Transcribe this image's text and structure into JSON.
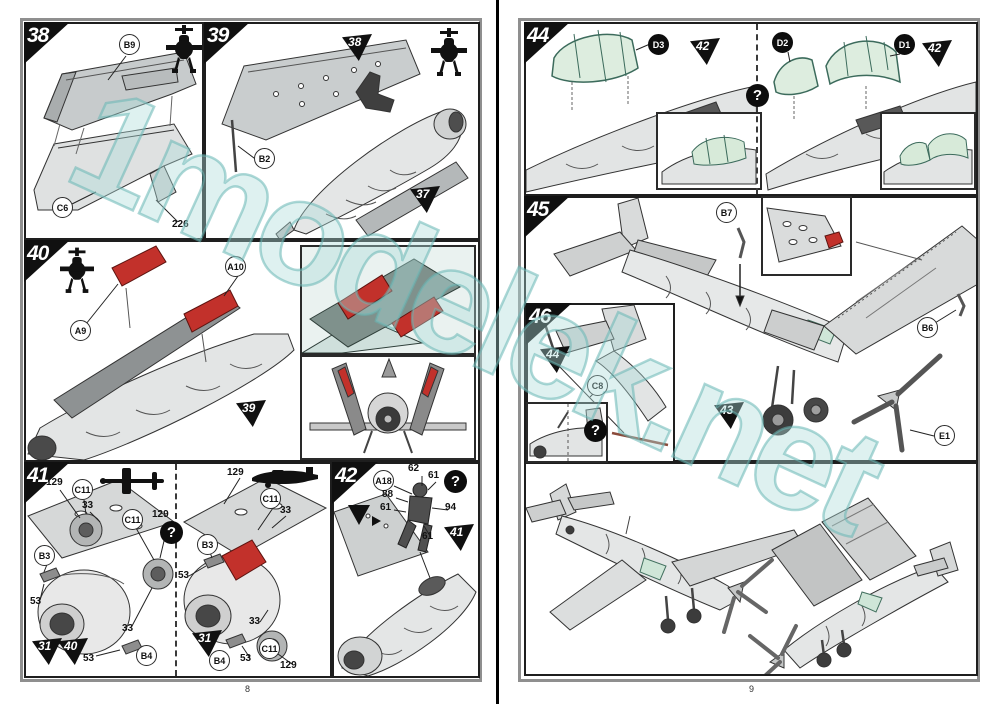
{
  "doc": {
    "type": "model-kit-assembly-instructions",
    "left_page_number": "8",
    "right_page_number": "9",
    "watermark": "1modelek.net"
  },
  "colors": {
    "accent_red": "#c2312b",
    "canopy_green": "#d7ead9",
    "watermark_teal": "#79c9c7",
    "part_gray": "#dcdcdc",
    "border_black": "#1e1e1e"
  },
  "p38": {
    "step": "38",
    "labels": {
      "b9": "B9",
      "c6": "C6"
    },
    "nums": {
      "n226": "226"
    }
  },
  "p39": {
    "step": "39",
    "labels": {
      "b2": "B2"
    },
    "flags": {
      "f38": "38",
      "f37": "37"
    }
  },
  "p40": {
    "step": "40",
    "labels": {
      "a9": "A9",
      "a10": "A10"
    },
    "flags": {
      "f39": "39"
    }
  },
  "p41": {
    "step": "41",
    "question_mark": "?",
    "left": {
      "labels": {
        "c11a": "C11",
        "c11b": "C11",
        "b3": "B3",
        "b4": "B4"
      },
      "nums": {
        "n129a": "129",
        "n33a": "33",
        "n129b": "129",
        "n53a": "53",
        "n33b": "33",
        "n53b": "53"
      },
      "flags": {
        "f31": "31",
        "f40": "40"
      }
    },
    "right": {
      "labels": {
        "c11a": "C11",
        "c11b": "C11",
        "b3": "B3",
        "b4": "B4"
      },
      "nums": {
        "n129a": "129",
        "n33a": "33",
        "n53a": "53",
        "n33b": "33",
        "n53b": "53",
        "n129b": "129"
      },
      "flags": {
        "f31": "31"
      }
    }
  },
  "p42": {
    "step": "42",
    "question_mark": "?",
    "labels": {
      "a18": "A18"
    },
    "nums": {
      "n62": "62",
      "n61a": "61",
      "n88": "88",
      "n61b": "61",
      "n94": "94",
      "n61c": "61"
    },
    "flags": {
      "f41": "41"
    }
  },
  "p44": {
    "step": "44",
    "question_mark": "?",
    "left": {
      "labels": {
        "d3": "D3"
      },
      "flags": {
        "f42": "42"
      }
    },
    "right": {
      "labels": {
        "d2": "D2",
        "d1": "D1"
      },
      "flags": {
        "f42": "42"
      }
    }
  },
  "p45": {
    "step": "45",
    "labels": {
      "b7": "B7",
      "b6": "B6",
      "e1": "E1"
    },
    "flags": {
      "f43": "43"
    }
  },
  "p46": {
    "step": "46",
    "question_mark": "?",
    "labels": {
      "c8": "C8"
    },
    "flags": {
      "f44": "44"
    }
  }
}
